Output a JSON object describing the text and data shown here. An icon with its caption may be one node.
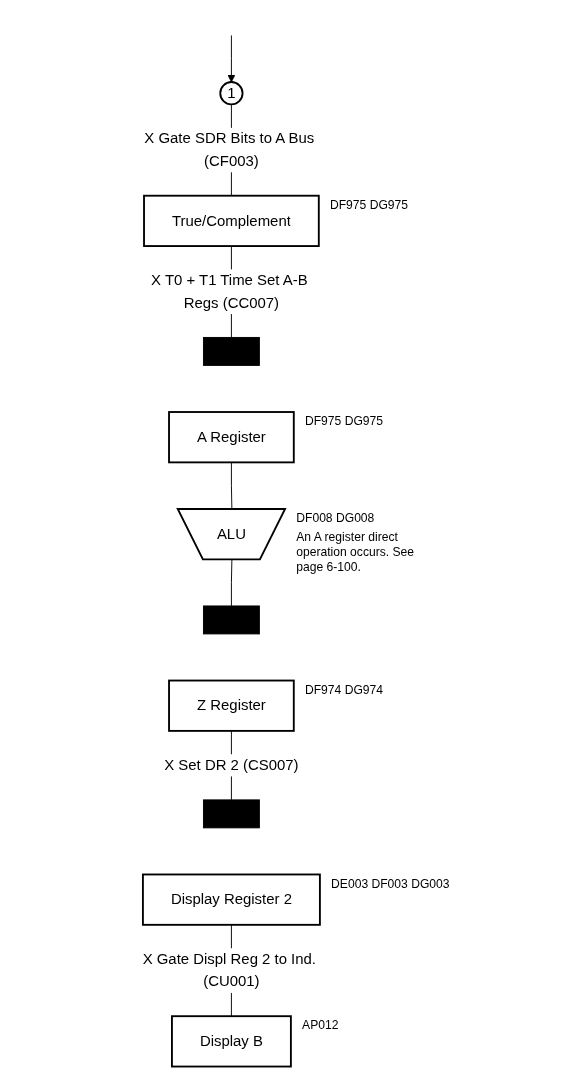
{
  "diagram": {
    "nodes": [
      {
        "text": [
          "1"
        ]
      },
      {
        "text": [
          "True/Complement"
        ],
        "beside": [
          "DF975 DG975"
        ]
      },
      {
        "text": [],
        "shape": "bar"
      },
      {
        "text": [
          "A Register"
        ],
        "beside": [
          "DF975 DG975"
        ]
      },
      {
        "text": [
          "ALU"
        ],
        "beside": [
          "DF008 DG008",
          "An A register direct operation occurs. See page 6-100."
        ]
      },
      {
        "text": [],
        "shape": "bar"
      },
      {
        "text": [
          "Z Register"
        ],
        "beside": [
          "DF974 DG974"
        ]
      },
      {
        "text": [],
        "shape": "bar"
      },
      {
        "text": [
          "Display Register 2"
        ],
        "beside": [
          "DE003 DF003 DG003"
        ]
      },
      {
        "text": [
          "Display B"
        ],
        "beside": [
          "AP012"
        ]
      }
    ],
    "edges": [
      {
        "from": null,
        "to": 0,
        "arrow": "to"
      },
      {
        "from": 0,
        "to": 1,
        "arrow": "none",
        "label": "X Gate SDR Bits to A Bus (CF003)"
      },
      {
        "from": 1,
        "to": 2,
        "arrow": "none",
        "label": "X T0 + T1 Time Set A-B Regs (CC007)"
      },
      {
        "from": 3,
        "to": 4,
        "arrow": "none"
      },
      {
        "from": 4,
        "to": 5,
        "arrow": "none"
      },
      {
        "from": 6,
        "to": 7,
        "arrow": "none",
        "label": "X Set DR 2 (CS007)"
      },
      {
        "from": 8,
        "to": 9,
        "arrow": "none",
        "label": "X Gate Displ Reg 2 to Ind. (CU001)"
      }
    ]
  }
}
